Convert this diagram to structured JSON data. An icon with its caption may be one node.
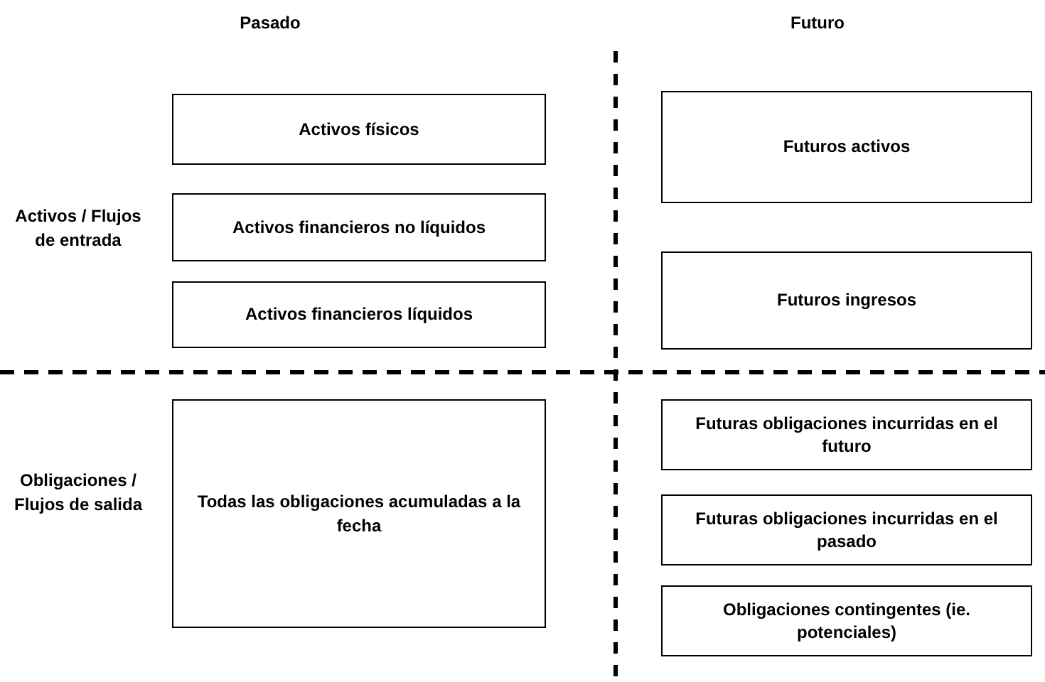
{
  "diagram": {
    "nodes": [
      {
        "text": [
          "Activos físicos"
        ]
      },
      {
        "text": [
          "Activos financieros no líquidos"
        ]
      },
      {
        "text": [
          "Activos financieros líquidos"
        ]
      },
      {
        "text": [
          "Futuros activos"
        ]
      },
      {
        "text": [
          "Futuros ingresos"
        ]
      },
      {
        "text": [
          "Todas las obligaciones acumuladas a la fecha"
        ]
      },
      {
        "text": [
          "Futuras obligaciones incurridas en el futuro"
        ]
      },
      {
        "text": [
          "Futuras obligaciones incurridas en el pasado"
        ]
      },
      {
        "text": [
          "Obligaciones contingentes (ie. potenciales)"
        ]
      }
    ],
    "labels": [
      "Pasado",
      "Futuro",
      "Activos / Flujos de entrada",
      "Obligaciones / Flujos de salida"
    ]
  }
}
